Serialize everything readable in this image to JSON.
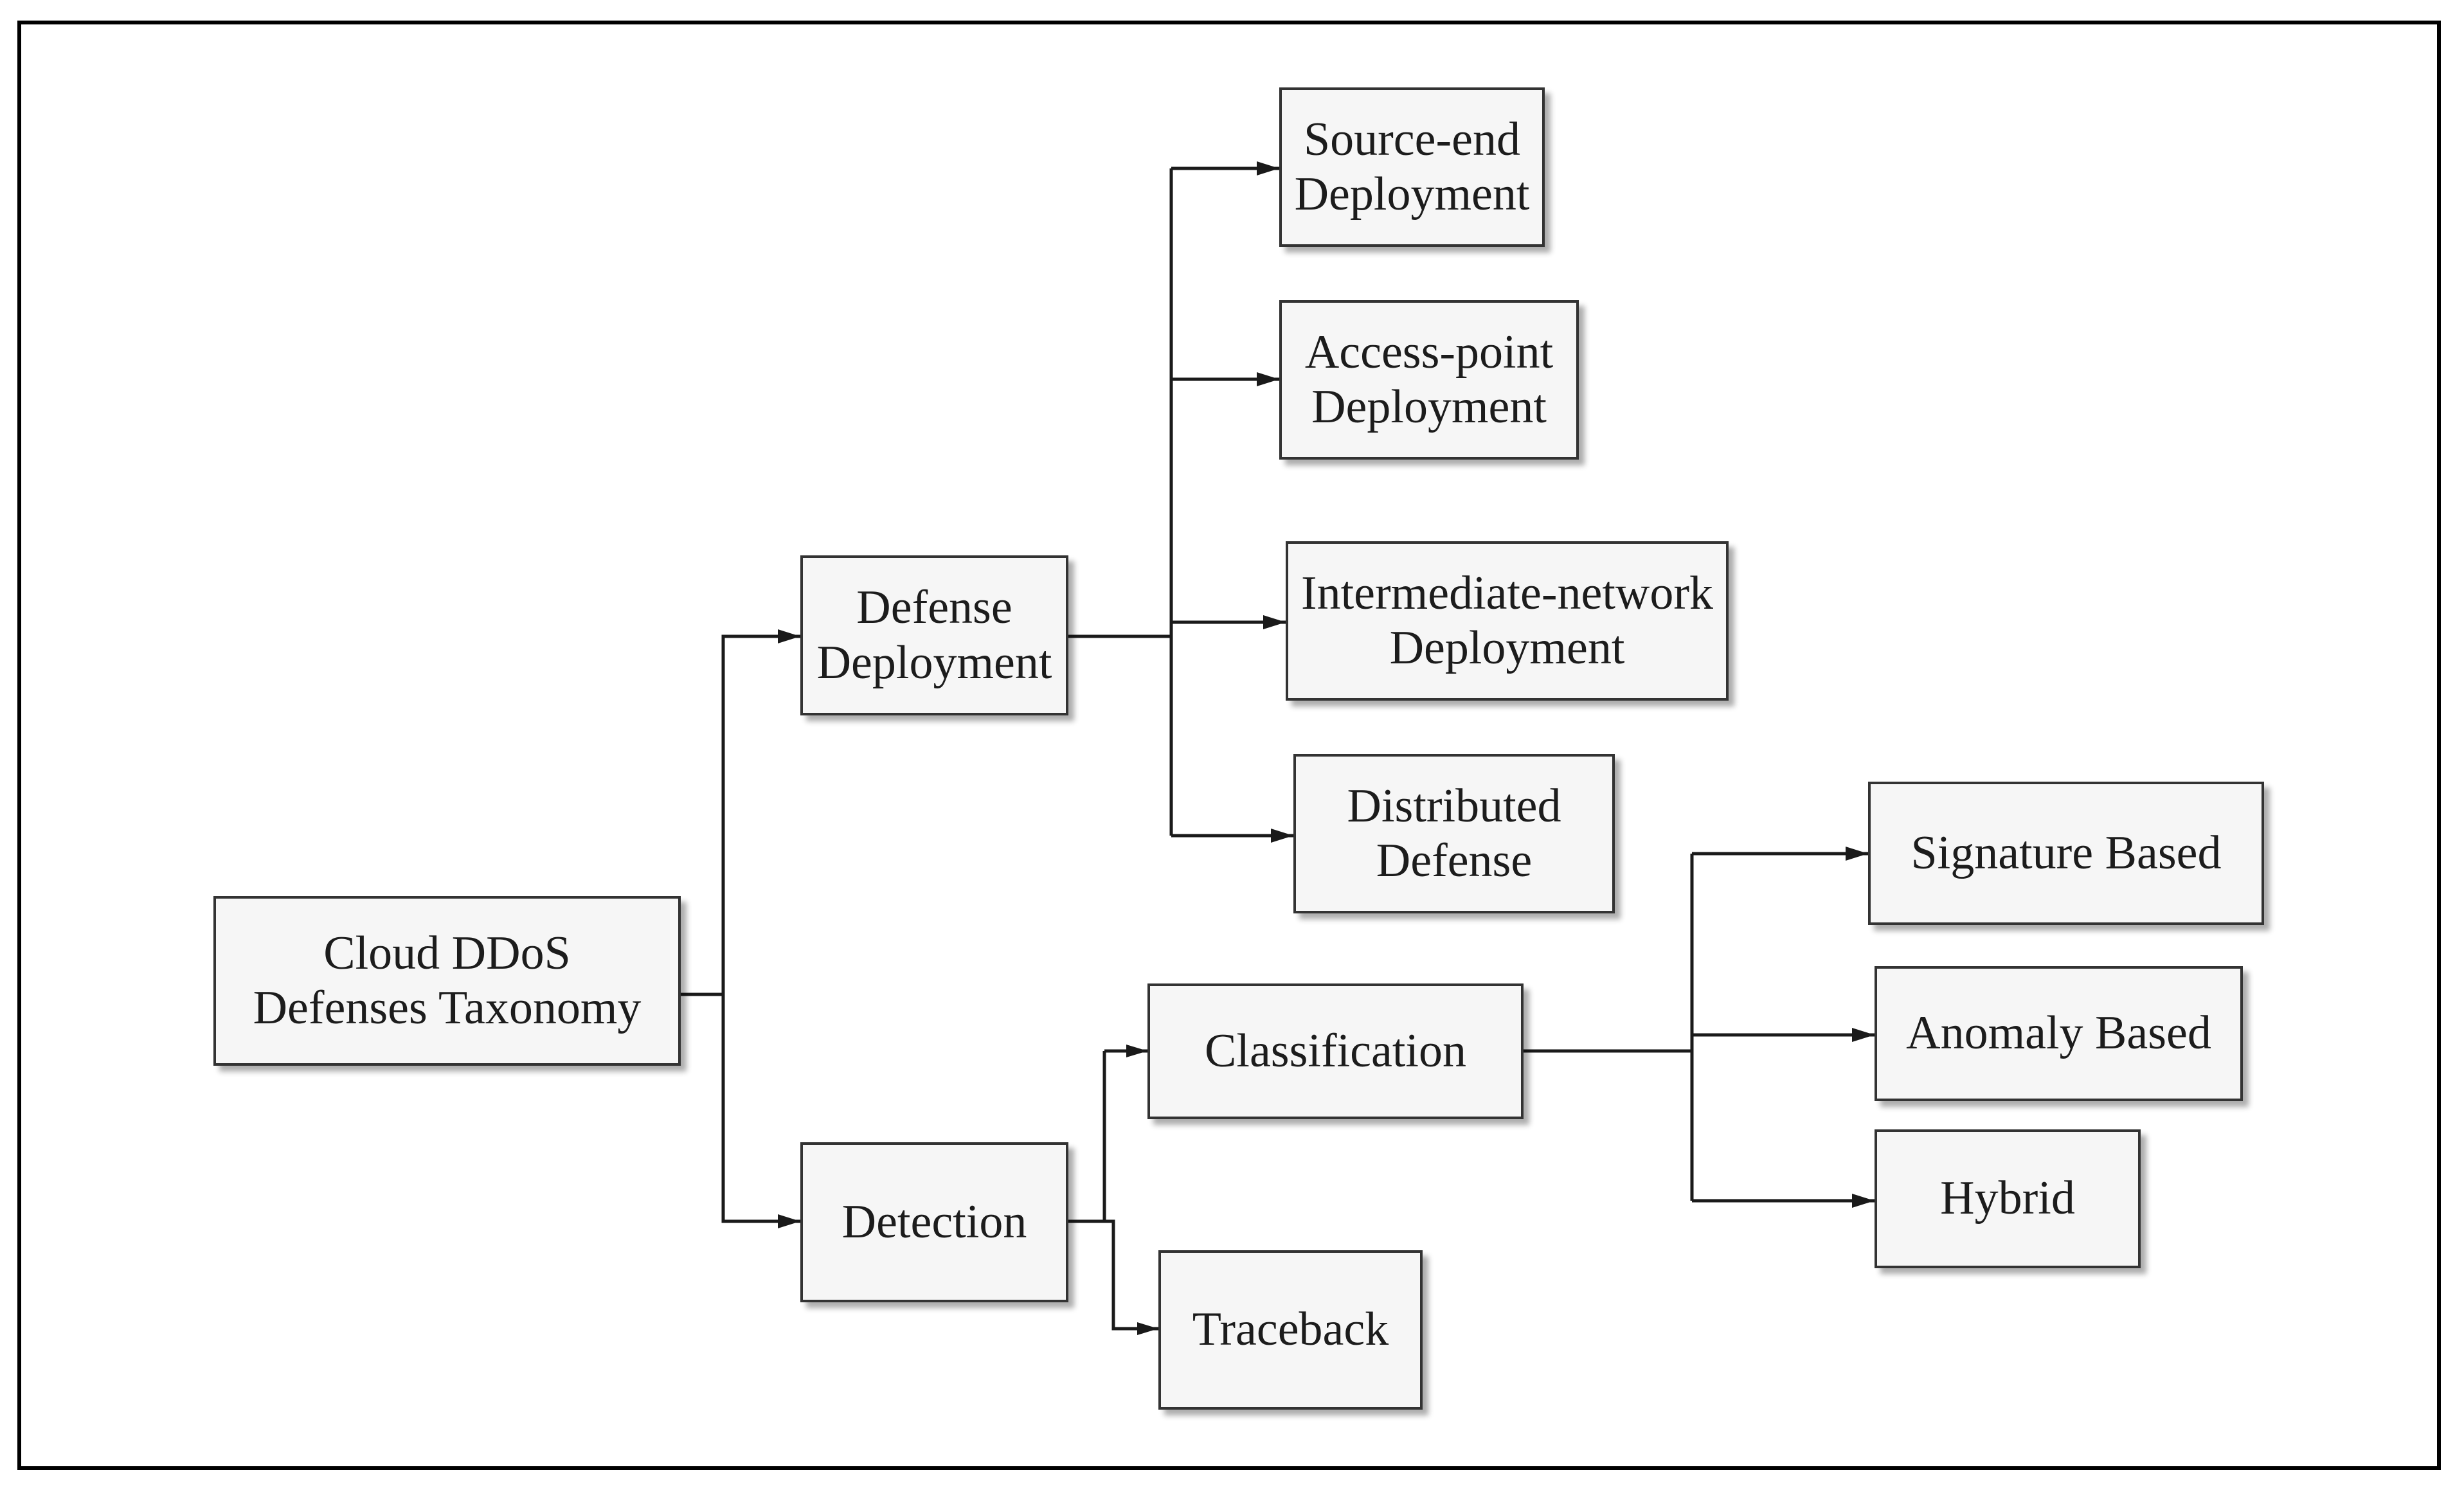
{
  "diagram": {
    "nodes": {
      "root": {
        "label": "Cloud DDoS\nDefenses Taxonomy"
      },
      "defense_deployment": {
        "label": "Defense\nDeployment"
      },
      "detection": {
        "label": "Detection"
      },
      "source_end": {
        "label": "Source-end\nDeployment"
      },
      "access_point": {
        "label": "Access-point\nDeployment"
      },
      "intermediate_network": {
        "label": "Intermediate-network\nDeployment"
      },
      "distributed_defense": {
        "label": "Distributed\nDefense"
      },
      "classification": {
        "label": "Classification"
      },
      "traceback": {
        "label": "Traceback"
      },
      "signature_based": {
        "label": "Signature Based"
      },
      "anomaly_based": {
        "label": "Anomaly Based"
      },
      "hybrid": {
        "label": "Hybrid"
      }
    },
    "edges": [
      {
        "from": "root",
        "to": "defense_deployment"
      },
      {
        "from": "root",
        "to": "detection"
      },
      {
        "from": "defense_deployment",
        "to": "source_end"
      },
      {
        "from": "defense_deployment",
        "to": "access_point"
      },
      {
        "from": "defense_deployment",
        "to": "intermediate_network"
      },
      {
        "from": "defense_deployment",
        "to": "distributed_defense"
      },
      {
        "from": "detection",
        "to": "classification"
      },
      {
        "from": "detection",
        "to": "traceback"
      },
      {
        "from": "classification",
        "to": "signature_based"
      },
      {
        "from": "classification",
        "to": "anomaly_based"
      },
      {
        "from": "classification",
        "to": "hybrid"
      }
    ]
  }
}
